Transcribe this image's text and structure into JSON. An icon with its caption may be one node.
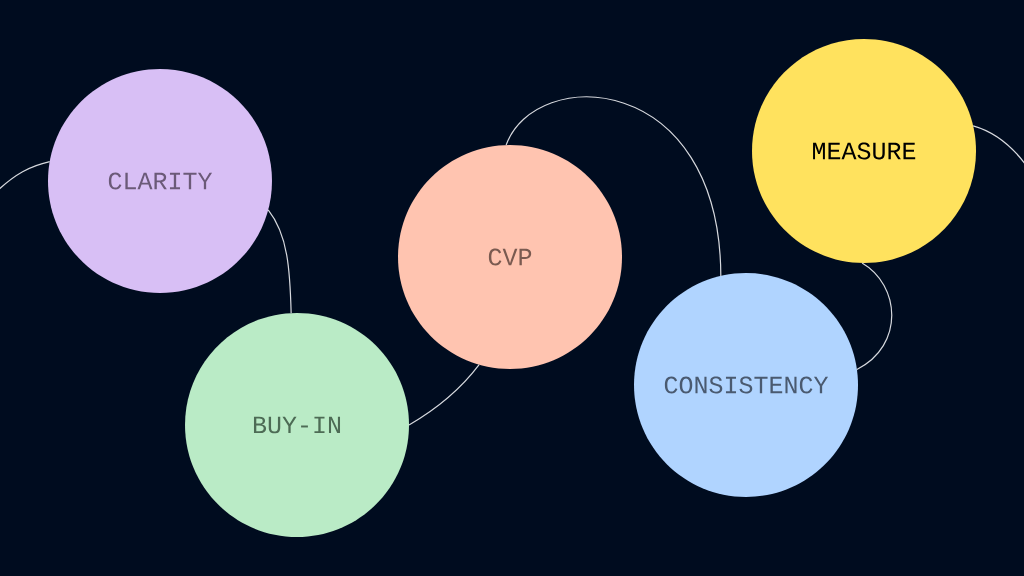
{
  "diagram": {
    "nodes": [
      {
        "text": [
          "CLARITY"
        ]
      },
      {
        "text": [
          "BUY-IN"
        ]
      },
      {
        "text": [
          "CVP"
        ]
      },
      {
        "text": [
          "CONSISTENCY"
        ]
      },
      {
        "text": [
          "MEASURE"
        ]
      }
    ],
    "edges": [
      {
        "from": null,
        "to": 0,
        "arrow": "none"
      },
      {
        "from": 0,
        "to": 1,
        "arrow": "none"
      },
      {
        "from": 1,
        "to": 2,
        "arrow": "none"
      },
      {
        "from": 2,
        "to": 3,
        "arrow": "none"
      },
      {
        "from": 3,
        "to": 4,
        "arrow": "none"
      },
      {
        "from": 4,
        "to": null,
        "arrow": "none"
      }
    ]
  }
}
